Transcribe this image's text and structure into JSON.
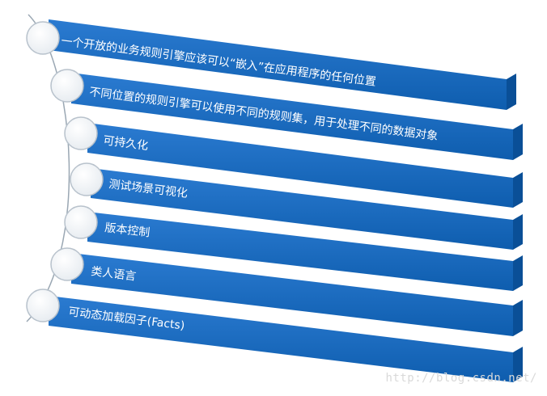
{
  "diagram": {
    "items": [
      {
        "label": "一个开放的业务规则引擎应该可以“嵌入”在应用程序的任何位置"
      },
      {
        "label": "不同位置的规则引擎可以使用不同的规则集，用于处理不同的数据对象"
      },
      {
        "label": "可持久化"
      },
      {
        "label": "测试场景可视化"
      },
      {
        "label": "版本控制"
      },
      {
        "label": "类人语言"
      },
      {
        "label": "可动态加载因子(Facts)"
      }
    ],
    "colors": {
      "band_top": "#2b7bd1",
      "band_bottom": "#0e5dae",
      "band_side": "#0a4f97",
      "circle_fill": "#f4f6f8",
      "circle_stroke": "#b8c2cc",
      "spine": "#9aa7b3"
    }
  },
  "watermark": "http://blog.csdn.net/"
}
